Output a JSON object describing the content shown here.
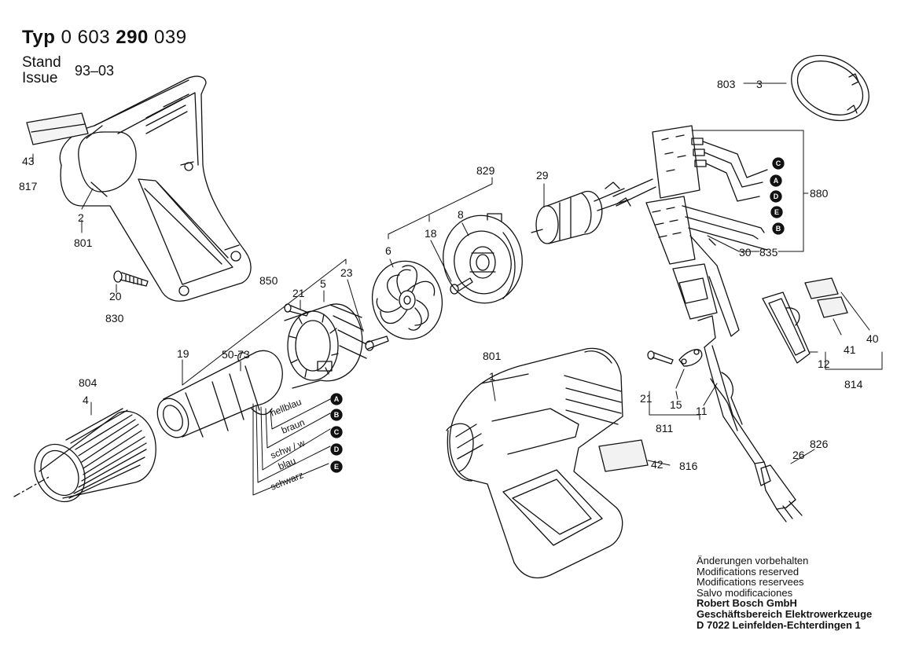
{
  "header": {
    "typ_prefix": "Typ",
    "typ_a": "0 603",
    "typ_b": "290",
    "typ_c": "039",
    "stand_de": "Stand",
    "stand_en": "Issue",
    "stand_value": "93–03"
  },
  "labels": {
    "p43": "43",
    "p817": "817",
    "p2": "2",
    "p801a": "801",
    "p20": "20",
    "p830": "830",
    "p804": "804",
    "p4": "4",
    "p850": "850",
    "p19": "19",
    "p5073": "50-73",
    "p21a": "21",
    "p5": "5",
    "p23": "23",
    "p6": "6",
    "p18": "18",
    "p8": "8",
    "p829": "829",
    "p29": "29",
    "p803": "803",
    "p3": "3",
    "p880": "880",
    "p30": "30",
    "p835": "835",
    "p801b": "801",
    "p1": "1",
    "p42": "42",
    "p816": "816",
    "p21b": "21",
    "p15": "15",
    "p811": "811",
    "p11": "11",
    "p826": "826",
    "p26": "26",
    "p12": "12",
    "p41": "41",
    "p40": "40",
    "p814": "814"
  },
  "wires": {
    "hellblau": "hellblau",
    "braun": "braun",
    "schw": "schw / w",
    "blau": "blau",
    "schwarz": "schwarz",
    "A": "A",
    "B": "B",
    "C": "C",
    "D": "D",
    "E": "E"
  },
  "notes": {
    "l1": "Änderungen vorbehalten",
    "l2": "Modifications reserved",
    "l3": "Modifications reservees",
    "l4": "Salvo modificaciones",
    "l5": "Robert Bosch GmbH",
    "l6": "Geschäftsbereich Elektrowerkzeuge",
    "l7": "D 7022 Leinfelden-Echterdingen 1"
  }
}
